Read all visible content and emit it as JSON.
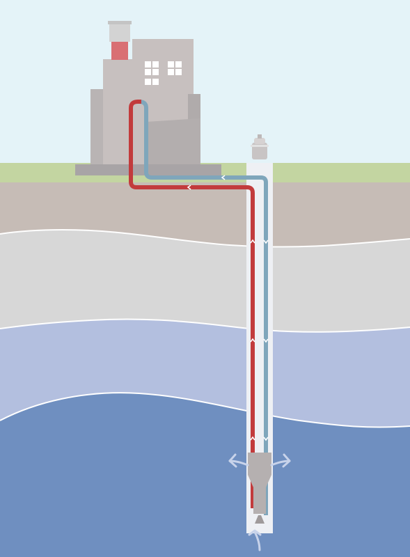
{
  "diagram": {
    "colors": {
      "sky": "#e4f3f8",
      "grass": "#c3d5a1",
      "soil": "#c6bcb6",
      "clay": "#d7d7d7",
      "aquifer_light": "#b3bfdf",
      "aquifer_deep": "#6f8fc0",
      "well_casing": "#eef0f4",
      "pipe_hot": "#c23b3c",
      "pipe_cold": "#7fa6bb",
      "building": "#c7c0bf",
      "building_shadow": "#a8a4a6",
      "chimney_top": "#d3d3d3",
      "chimney_red": "#d96f73",
      "pump": "#b5b0b0",
      "flow_arrow": "#c8d3ea"
    },
    "components": [
      "ground-surface",
      "building",
      "well-head",
      "well-casing",
      "supply-pipe",
      "return-pipe",
      "submersible-pump",
      "groundwater-flow-arrows"
    ]
  }
}
